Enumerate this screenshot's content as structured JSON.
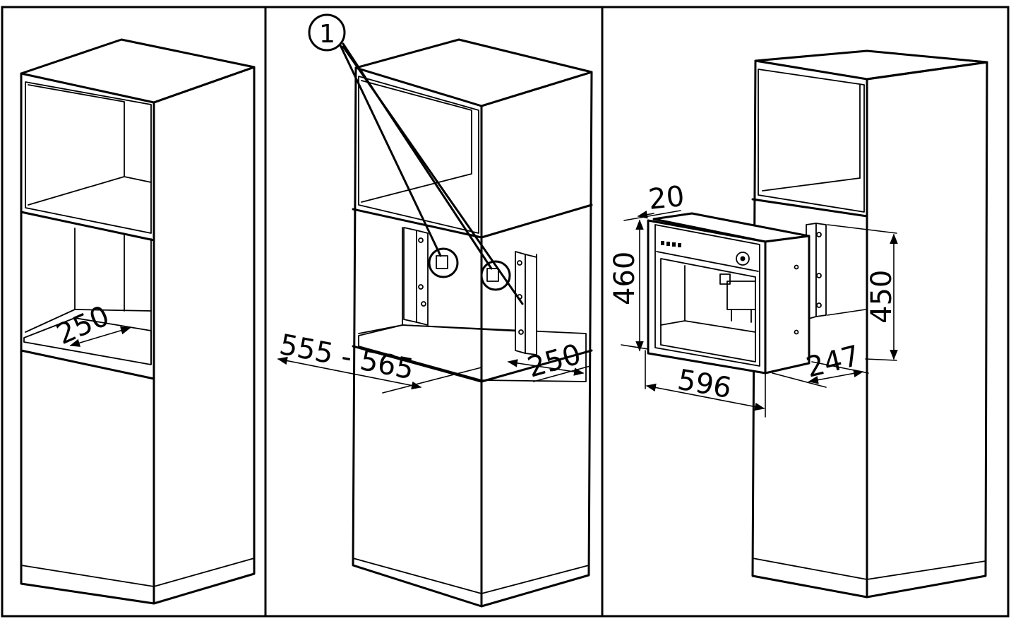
{
  "panel1": {
    "dim_depth": "250"
  },
  "panel2": {
    "callout": "1",
    "dim_width": "555 - 565",
    "dim_depth": "250"
  },
  "panel3": {
    "dim_frame": "20",
    "dim_height_front": "460",
    "dim_height_niche": "450",
    "dim_width": "596",
    "dim_depth": "247"
  }
}
